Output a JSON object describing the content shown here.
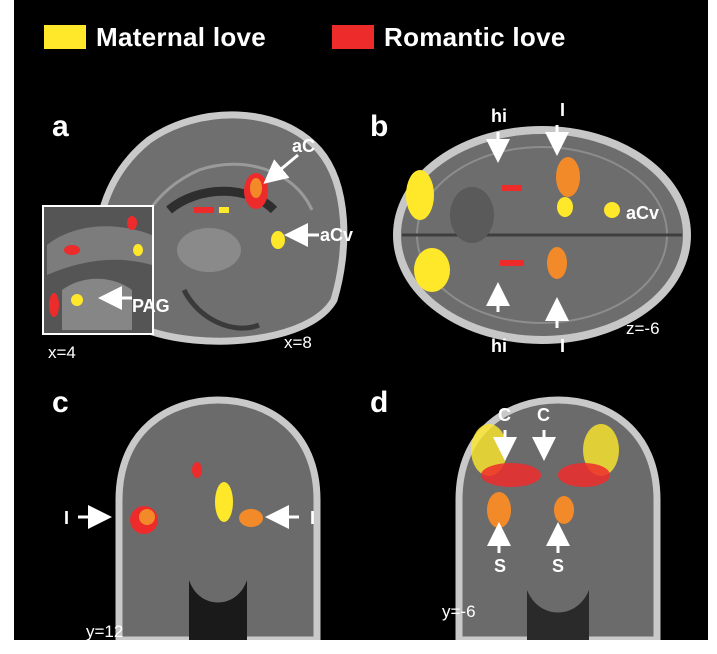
{
  "legend": [
    {
      "label": "Maternal love",
      "color": "#ffe82a"
    },
    {
      "label": "Romantic love",
      "color": "#ee2b2b"
    }
  ],
  "colors": {
    "background": "#000000",
    "maternal": "#ffe82a",
    "romantic": "#ee2b2b",
    "overlap": "#f38a2a",
    "text": "#ffffff"
  },
  "panels": [
    {
      "id": "a",
      "letter": "a",
      "view": "sagittal",
      "coords": [
        "x=4",
        "x=8"
      ],
      "labels": [
        "aC",
        "aCv",
        "PAG"
      ]
    },
    {
      "id": "b",
      "letter": "b",
      "view": "axial",
      "coords": [
        "z=-6"
      ],
      "labels": [
        "hi",
        "I",
        "aCv",
        "hi",
        "I"
      ]
    },
    {
      "id": "c",
      "letter": "c",
      "view": "coronal",
      "coords": [
        "y=12"
      ],
      "labels": [
        "I",
        "I"
      ]
    },
    {
      "id": "d",
      "letter": "d",
      "view": "coronal",
      "coords": [
        "y=-6"
      ],
      "labels": [
        "C",
        "C",
        "S",
        "S"
      ]
    }
  ]
}
